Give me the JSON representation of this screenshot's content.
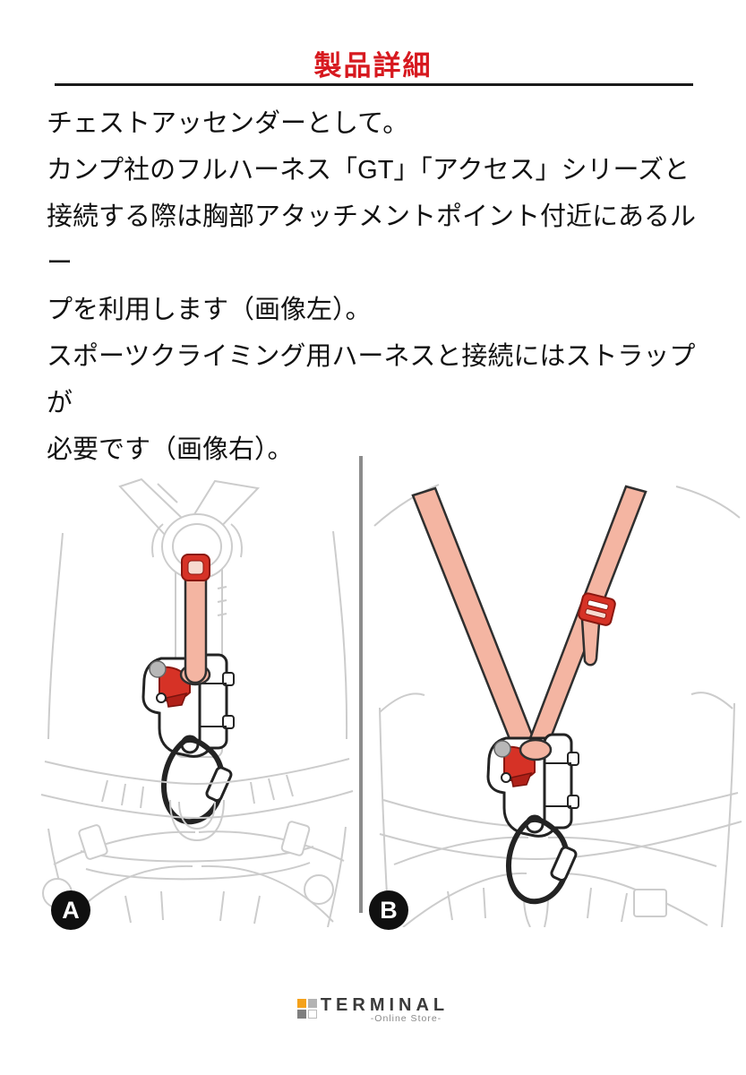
{
  "header": {
    "title": "製品詳細"
  },
  "description": {
    "lines": [
      "チェストアッセンダーとして。",
      "カンプ社のフルハーネス「GT」「アクセス」シリーズと",
      "接続する際は胸部アタッチメントポイント付近にあるルー",
      "プを利用します（画像左）。",
      "スポーツクライミング用ハーネスと接続にはストラップが",
      "必要です（画像右）。"
    ]
  },
  "figures": {
    "badge_a": "A",
    "badge_b": "B"
  },
  "footer": {
    "brand": "TERMINAL",
    "tagline": "-Online Store-"
  },
  "colors": {
    "accent_red": "#d7191f",
    "rule_dark": "#1a1a1a",
    "strap_salmon": "#f4b5a2",
    "buckle_red": "#d63226",
    "body_gray": "#cccccc",
    "divider_gray": "#8c8c8c",
    "logo_orange": "#f5a21b",
    "logo_gray_light": "#b3b3b3",
    "logo_gray_dark": "#7f7f7f",
    "logo_text": "#3a3a3a"
  }
}
